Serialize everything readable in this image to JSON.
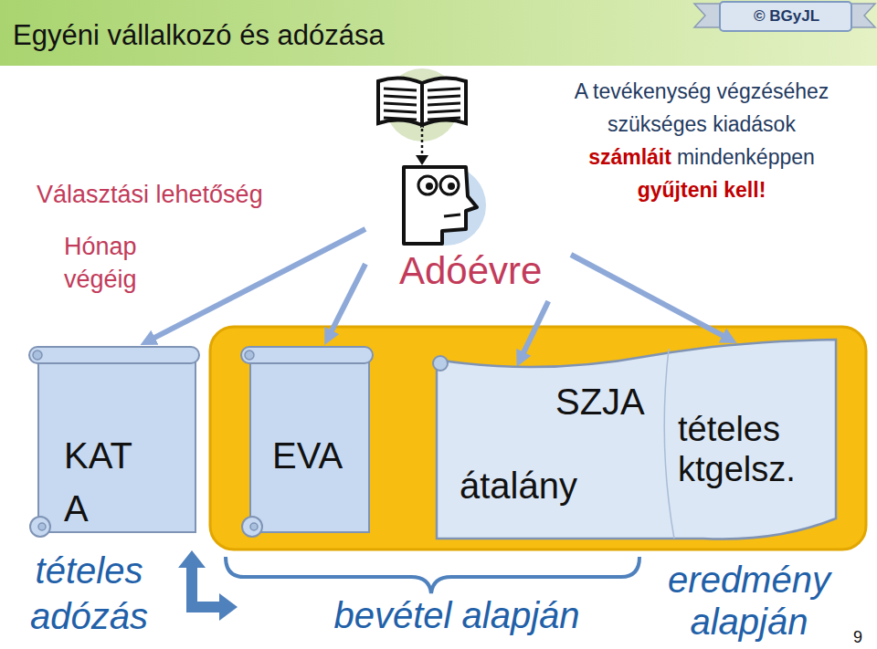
{
  "diagram": {
    "title": "Egyéni vállalkozó és adózása",
    "nodes": [
      {
        "text": [
          "Adóévre"
        ]
      },
      {
        "text": [
          "KAT A"
        ]
      },
      {
        "text": [
          "EVA"
        ]
      },
      {
        "text": [
          "SZJA",
          "átalány",
          "tételes ktgelsz."
        ]
      }
    ],
    "edges": [
      {
        "from": 0,
        "to": 1,
        "arrow": "to"
      },
      {
        "from": 0,
        "to": 2,
        "arrow": "to"
      },
      {
        "from": 0,
        "to": 3,
        "arrow": "to"
      },
      {
        "from": 0,
        "to": 3,
        "arrow": "to"
      }
    ],
    "labels": [
      "© BGyJL",
      "Választási lehetőség",
      "Hónap végéig",
      "A tevékenység végzéséhez szükséges kiadások",
      "számláit",
      "mindenképpen",
      "gyűjteni kell!",
      "tételes adózás",
      "bevétel alapján",
      "eredmény alapján",
      "9"
    ]
  }
}
